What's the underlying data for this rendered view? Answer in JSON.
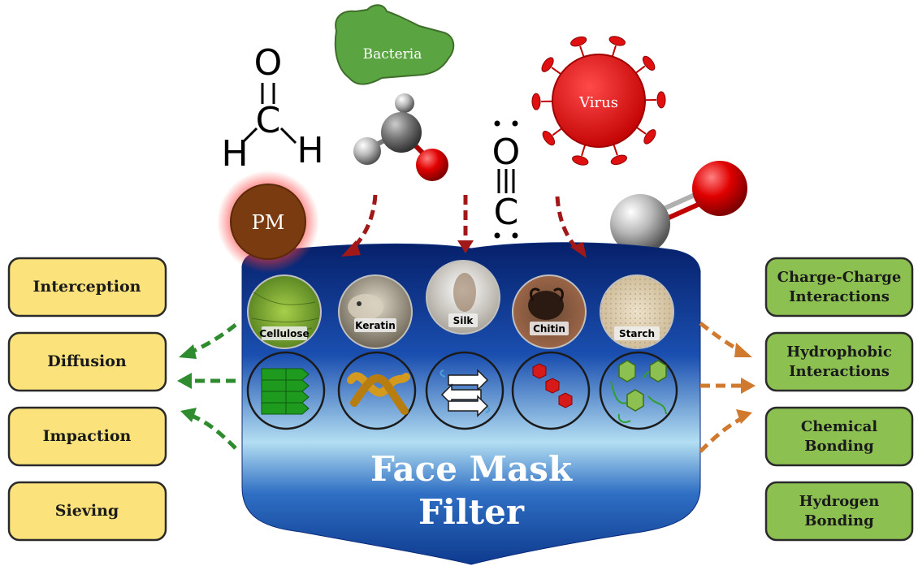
{
  "pollutants": {
    "bacteria": "Bacteria",
    "virus": "Virus",
    "pm": "PM",
    "formaldehyde": {
      "o": "O",
      "c": "C",
      "h_left": "H",
      "h_right": "H"
    },
    "carbon_monoxide": {
      "o": "O",
      "c": "C"
    }
  },
  "mechanisms_left": [
    "Interception",
    "Diffusion",
    "Impaction",
    "Sieving"
  ],
  "mechanisms_right": [
    [
      "Charge-Charge",
      "Interactions"
    ],
    [
      "Hydrophobic",
      "Interactions"
    ],
    [
      "Chemical",
      "Bonding"
    ],
    [
      "Hydrogen",
      "Bonding"
    ]
  ],
  "biopolymers": [
    "Cellulose",
    "Keratin",
    "Silk",
    "Chitin",
    "Starch"
  ],
  "filter": {
    "line1": "Face Mask",
    "line2": "Filter"
  },
  "colors": {
    "left_box": "#fbe27a",
    "right_box": "#8cc152",
    "mask_dark": "#0a2a7a",
    "mask_light": "#a9d8f0",
    "arrow_red": "#a01818",
    "arrow_green": "#2e8b2e",
    "arrow_orange": "#d07a30",
    "virus": "#e01010",
    "bacteria": "#5aa542",
    "pm": "#7a3b10"
  }
}
